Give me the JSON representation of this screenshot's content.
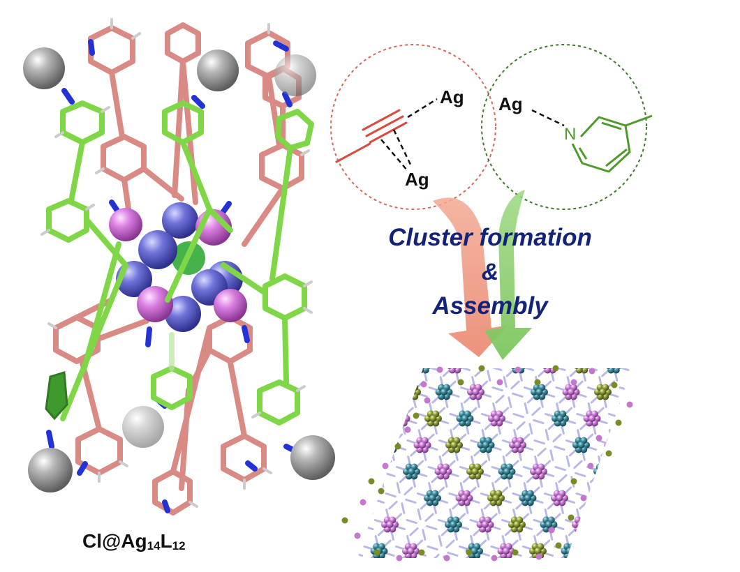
{
  "ag_label": "Ag",
  "nitrogen_label": "N",
  "process_line1": "Cluster formation",
  "process_line2": "&",
  "process_line3": "Assembly",
  "caption": {
    "prefix": "Cl@Ag",
    "sub1": "14",
    "mid": "L",
    "sub2": "12"
  },
  "colors": {
    "ligand_pink": "#d98a84",
    "ligand_green": "#7fd646",
    "nitrogen_blue": "#2332d6",
    "silver_blue": "#6f72d8",
    "silver_magenta": "#d67ade",
    "terminal_grey": "#8e8e8e",
    "alkyne_red": "#d94b3e",
    "pyridine_green": "#4c9a2a",
    "arrow_salmon": "#ee9883",
    "arrow_green": "#8fcf72",
    "text_navy": "#13237a"
  }
}
